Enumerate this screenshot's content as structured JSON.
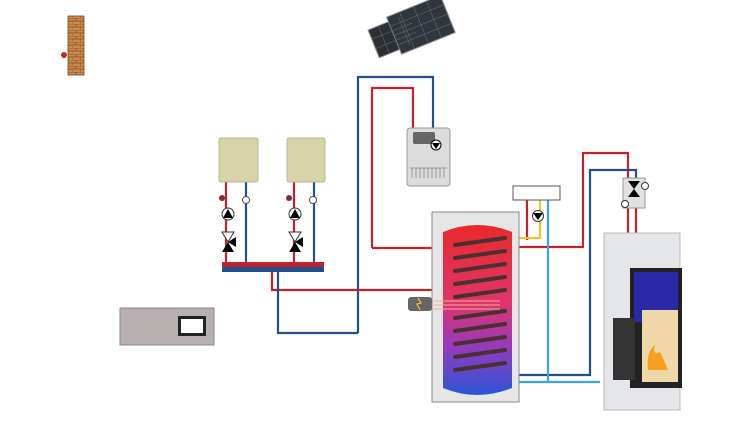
{
  "colors": {
    "hot_pipe": "#c0222e",
    "cold_pipe": "#22508f",
    "light_blue_pipe": "#3aa3e0",
    "yellow_pipe": "#f2c230",
    "radiator": "#d6d4a8",
    "tank_hot": "#e82a2a",
    "tank_cold": "#2a55d6",
    "unit_gray": "#d9d9d9"
  },
  "components": [
    "brick-wall",
    "solar-panels",
    "solar-station",
    "radiator-1",
    "radiator-2",
    "distribution-manifold",
    "storage-tank",
    "electric-heater",
    "controller",
    "stove-pump-group",
    "wood-stove",
    "junction-box"
  ]
}
